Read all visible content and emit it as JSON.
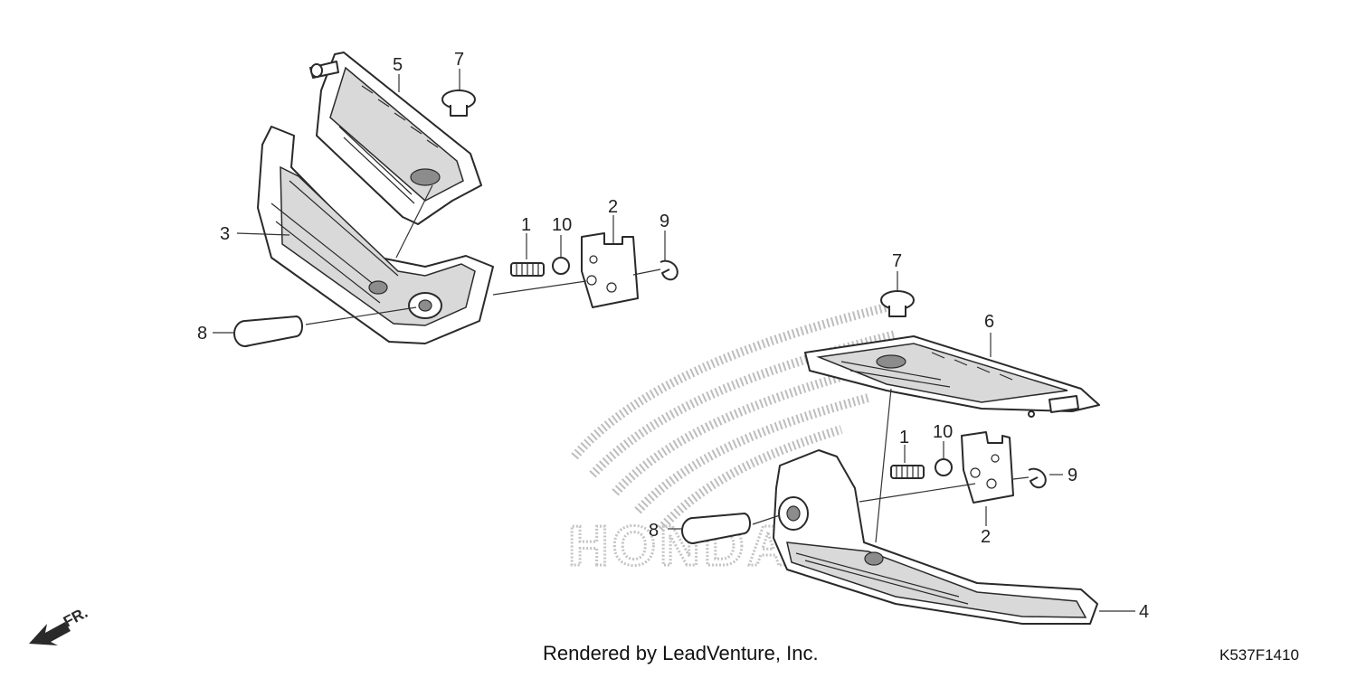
{
  "footer": {
    "credit": "Rendered by LeadVenture, Inc.",
    "code": "K537F1410"
  },
  "watermark": {
    "text": "HONDA"
  },
  "direction_marker": {
    "label": "FR.",
    "icon": "front-arrow-icon"
  },
  "callouts": {
    "top_left": {
      "c5": "5",
      "c7": "7",
      "c3": "3",
      "c1": "1",
      "c10": "10",
      "c2": "2",
      "c9": "9",
      "c8": "8"
    },
    "bottom_right": {
      "c7": "7",
      "c6": "6",
      "c1": "1",
      "c10": "10",
      "c9": "9",
      "c8": "8",
      "c2": "2",
      "c4": "4"
    }
  },
  "colors": {
    "line": "#2a2a2a",
    "watermark": "#bdbdbd",
    "text": "#222222"
  }
}
